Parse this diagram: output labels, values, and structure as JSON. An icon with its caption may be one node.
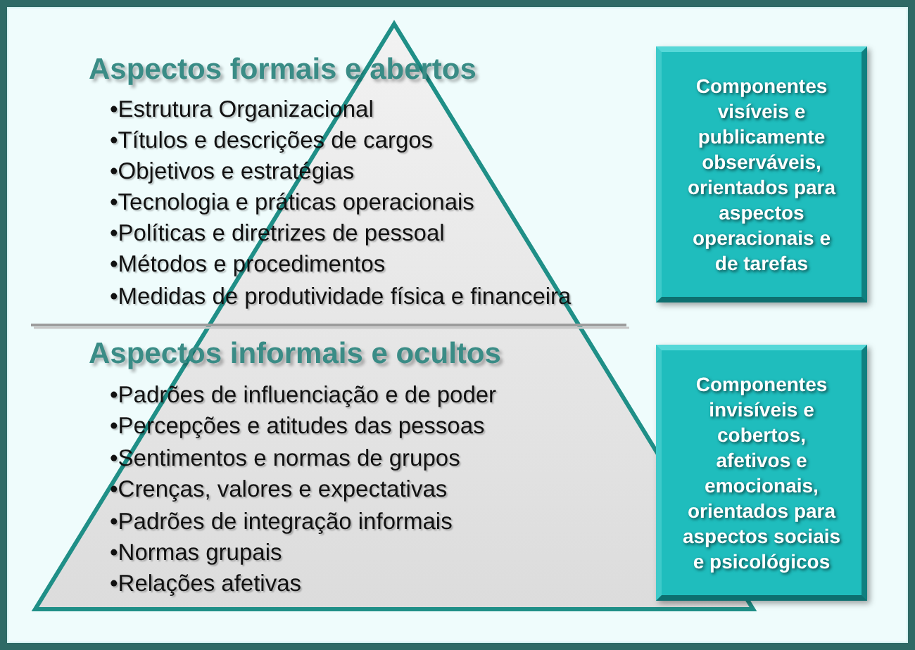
{
  "diagram": {
    "nodes": [
      {
        "text": [
          "Aspectos formais e abertos",
          "•Estrutura Organizacional",
          "•Títulos e descrições de cargos",
          "•Objetivos e estratégias",
          "•Tecnologia e práticas operacionais",
          "•Políticas e diretrizes de pessoal",
          "•Métodos e procedimentos",
          "•Medidas de produtividade física e financeira",
          "Aspectos informais e ocultos",
          "•Padrões de influenciação e de poder",
          "•Percepções e atitudes das pessoas",
          "•Sentimentos e normas de grupos",
          "•Crenças, valores e expectativas",
          "•Padrões de integração informais",
          "•Normas grupais",
          "•Relações afetivas"
        ]
      },
      {
        "text": [
          "Componentes visíveis e publicamente observáveis, orientados para aspectos operacionais e de tarefas"
        ]
      },
      {
        "text": [
          "Componentes invisíveis e cobertos, afetivos e emocionais, orientados para aspectos sociais e psicológicos"
        ]
      }
    ]
  }
}
